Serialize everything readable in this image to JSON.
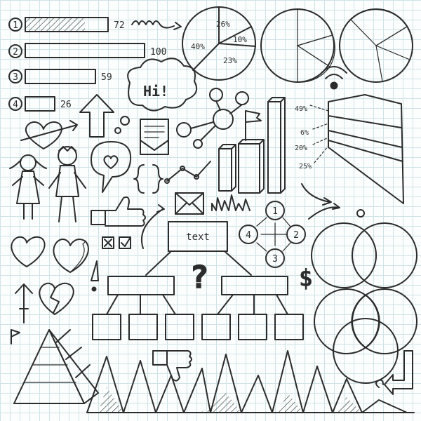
{
  "progress_bars": {
    "items": [
      {
        "number": "1",
        "value": "72",
        "fraction": 0.72
      },
      {
        "number": "2",
        "value": "100",
        "fraction": 1.0
      },
      {
        "number": "3",
        "value": "59",
        "fraction": 0.59
      },
      {
        "number": "4",
        "value": "26",
        "fraction": 0.26
      }
    ]
  },
  "pie_chart": {
    "slices": [
      {
        "label": "26%"
      },
      {
        "label": "10%"
      },
      {
        "label": "23%"
      },
      {
        "label": "40%"
      }
    ]
  },
  "speech_bubble": {
    "text": "Hi!"
  },
  "funnel_chart": {
    "labels": [
      "49%",
      "6%",
      "20%",
      "25%"
    ]
  },
  "flowchart": {
    "top_box_text": "text"
  },
  "cycle_diagram": {
    "nodes": [
      "1",
      "2",
      "3",
      "4"
    ]
  },
  "symbols": {
    "question_mark": "?",
    "exclamation_mark": "!",
    "dollar_sign": "$"
  },
  "colors": {
    "ink": "#2c2c2c",
    "grid": "#cfe3e6",
    "paper": "#fcfdfd"
  }
}
